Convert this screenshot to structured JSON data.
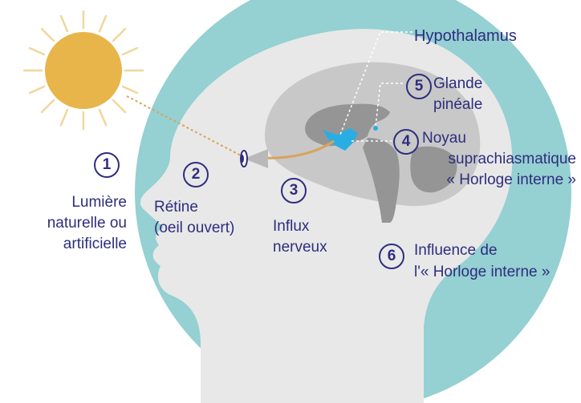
{
  "colors": {
    "head_circle": "#95d0d2",
    "head": "#e8e8e8",
    "brain": "#c8c8c8",
    "brain_inner": "#959595",
    "hypothalamus": "#29aee3",
    "sun": "#e8b54a",
    "rays": "#f0d79a",
    "text": "#2e2d7f"
  },
  "icons": {
    "sun": "sun-icon",
    "eye": "eye-icon"
  },
  "steps": [
    {
      "number": "1",
      "lines": [
        "Lumière",
        "naturelle ou",
        "artificielle"
      ]
    },
    {
      "number": "2",
      "lines": [
        "Rétine",
        "(oeil ouvert)"
      ]
    },
    {
      "number": "3",
      "lines": [
        "Influx",
        "nerveux"
      ]
    },
    {
      "number": "4",
      "lines": [
        "Noyau",
        "suprachiasmatique",
        "« Horloge interne »"
      ]
    },
    {
      "number": "5",
      "lines": [
        "Glande",
        "pinéale"
      ]
    },
    {
      "number": "6",
      "lines": [
        "Influence de",
        "l'« Horloge interne »"
      ]
    }
  ],
  "hypothalamus_label": "Hypothalamus"
}
